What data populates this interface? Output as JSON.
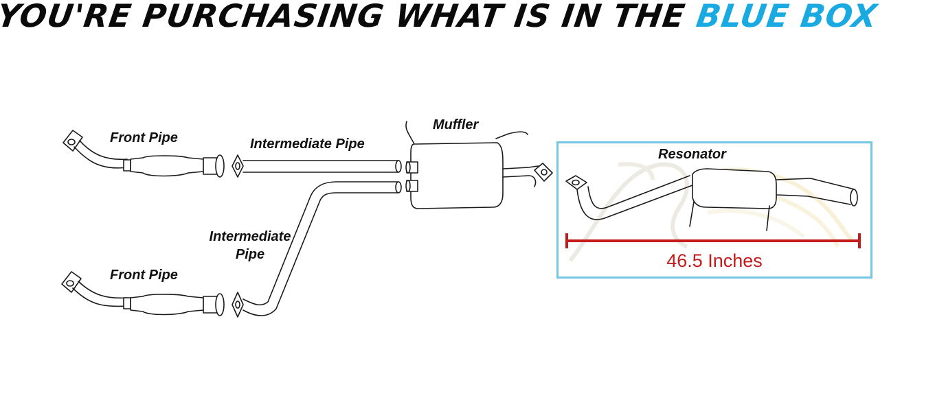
{
  "header": {
    "text_prefix": "YOU'RE PURCHASING WHAT IS IN THE",
    "text_highlight": "BLUE BOX"
  },
  "diagram": {
    "labels": {
      "front_pipe_upper": "Front Pipe",
      "front_pipe_lower": "Front Pipe",
      "intermediate_pipe_upper": "Intermediate Pipe",
      "intermediate_pipe_lower_line1": "Intermediate",
      "intermediate_pipe_lower_line2": "Pipe",
      "muffler": "Muffler",
      "resonator": "Resonator"
    },
    "measurement": {
      "text": "46.5 Inches"
    },
    "colors": {
      "highlight_blue": "#1aa9e0",
      "box_border": "#74c6e4",
      "measure_red": "#c41c1c"
    }
  }
}
